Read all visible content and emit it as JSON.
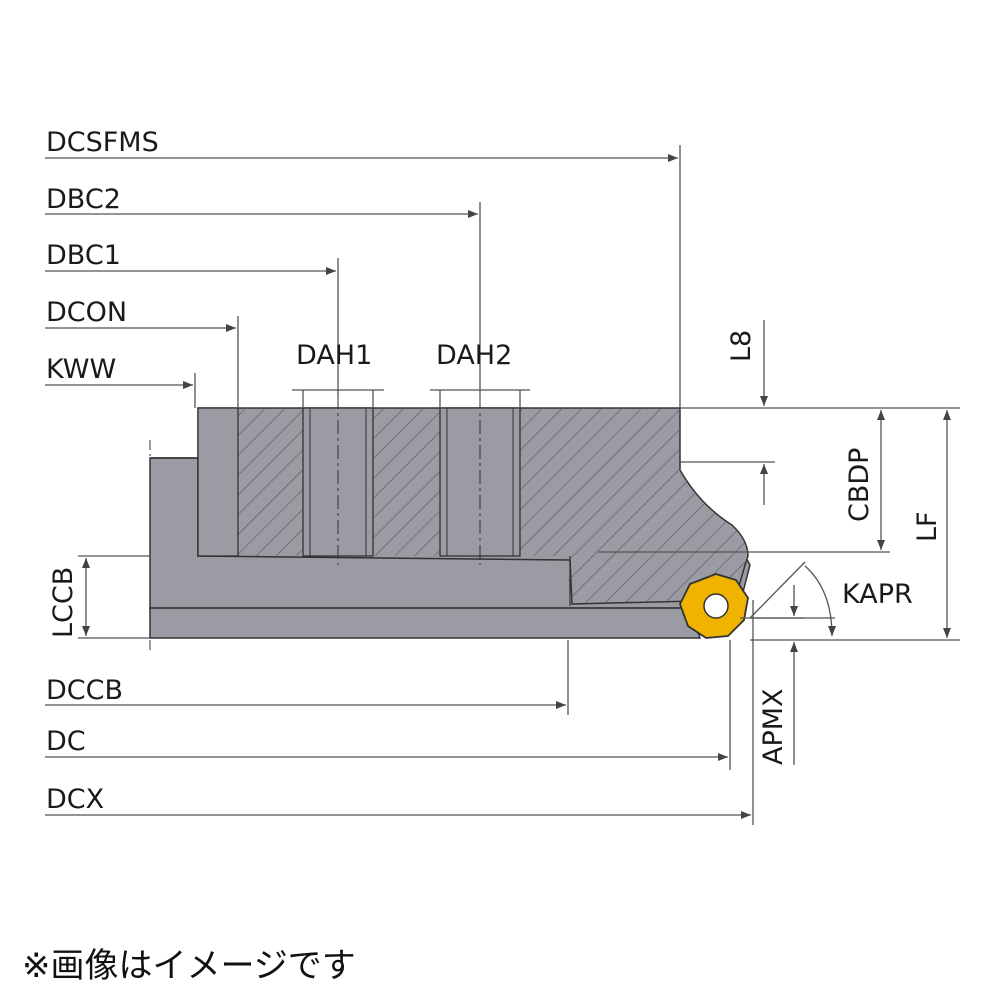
{
  "labels": {
    "dcsfms": "DCSFMS",
    "dbc2": "DBC2",
    "dbc1": "DBC1",
    "dcon": "DCON",
    "kww": "KWW",
    "dah1": "DAH1",
    "dah2": "DAH2",
    "l8": "L8",
    "cbdp": "CBDP",
    "lf": "LF",
    "kapr": "KAPR",
    "lccb": "LCCB",
    "apmx": "APMX",
    "dccb": "DCCB",
    "dc": "DC",
    "dcx": "DCX"
  },
  "note": "※画像はイメージです",
  "colors": {
    "body": "#9b9ba3",
    "hatch": "#56565e",
    "insert": "#f0b400",
    "outline": "#333333",
    "dim": "#555555"
  }
}
